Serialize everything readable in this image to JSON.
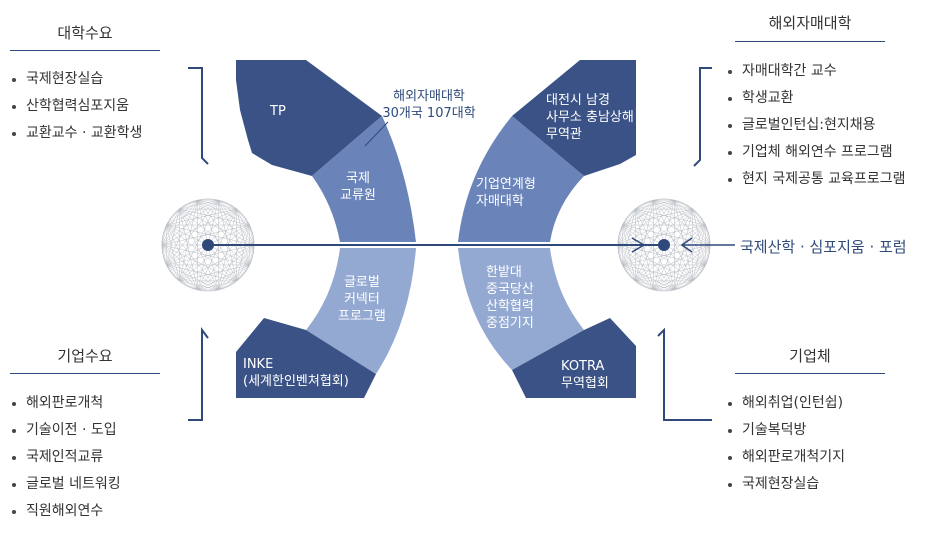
{
  "left_top": {
    "title": "대학수요",
    "items": [
      "국제현장실습",
      "산학협력심포지움",
      "교환교수 · 교환학생"
    ]
  },
  "left_bottom": {
    "title": "기업수요",
    "items": [
      "해외판로개척",
      "기술이전 · 도입",
      "국제인적교류",
      "글로벌 네트워킹",
      "직원해외연수"
    ]
  },
  "right_top": {
    "title": "해외자매대학",
    "items": [
      "자매대학간 교수",
      "학생교환",
      "글로벌인턴십:현지채용",
      "기업체 해외연수 프로그램",
      "현지 국제공통 교육프로그램"
    ]
  },
  "right_bottom": {
    "title": "기업체",
    "items": [
      "해외취업(인턴쉽)",
      "기술복덕방",
      "해외판로개척기지",
      "국제현장실습"
    ]
  },
  "center_note": {
    "line1": "해외자매대학",
    "line2": "30개국 107대학"
  },
  "center_line_label": "국제산학 · 심포지움 · 포럼",
  "segments": {
    "tp": "TP",
    "intl_line1": "국제",
    "intl_line2": "교류원",
    "global_line1": "글로벌",
    "global_line2": "커넥터",
    "global_line3": "프로그램",
    "inke_line1": "INKE",
    "inke_line2": "(세계한인벤쳐협회)",
    "daejeon_line1": "대전시 남경",
    "daejeon_line2": "사무소 충남상해",
    "daejeon_line3": "무역관",
    "sister_line1": "기업연계형",
    "sister_line2": "자매대학",
    "hanbat_line1": "한밭대",
    "hanbat_line2": "중국당산",
    "hanbat_line3": "산학협력",
    "hanbat_line4": "중점기지",
    "kotra_line1": "KOTRA",
    "kotra_line2": "무역협회"
  },
  "colors": {
    "dark_navy": "#3a5285",
    "mid_blue": "#6a84ba",
    "light_blue": "#94a9d2",
    "line": "#2f4a7a"
  }
}
